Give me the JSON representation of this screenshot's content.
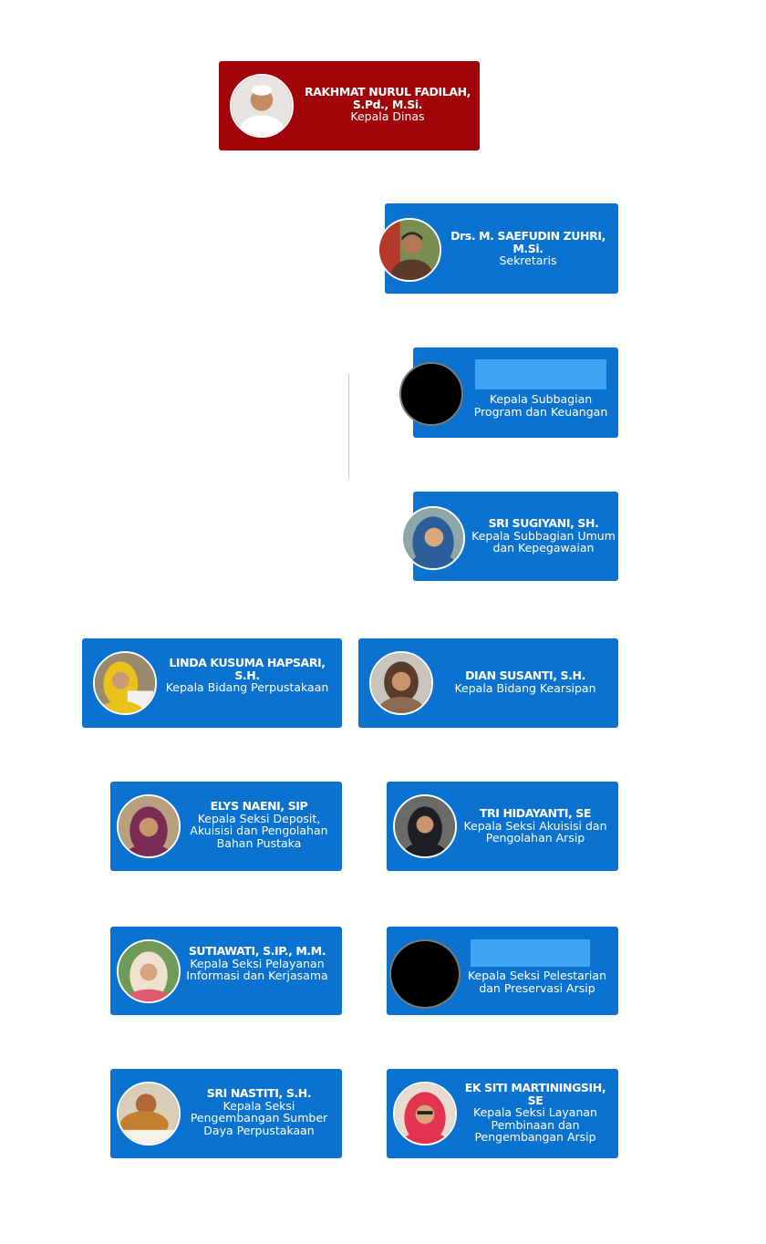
{
  "head": {
    "name": "RAKHMAT NURUL FADILAH, S.Pd., M.Si.",
    "position": "Kepala Dinas"
  },
  "sekretaris": {
    "name": "Drs. M. SAEFUDIN ZUHRI, M.Si.",
    "position": "Sekretaris"
  },
  "subbagian_program": {
    "name": "",
    "position": "Kepala Subbagian Program dan Keuangan"
  },
  "subbagian_umum": {
    "name": "SRI SUGIYANI, SH.",
    "position": "Kepala Subbagian Umum dan Kepegawaian"
  },
  "bidang_perpustakaan": {
    "name": "LINDA KUSUMA HAPSARI, S.H.",
    "position": "Kepala Bidang Perpustakaan"
  },
  "bidang_kearsipan": {
    "name": "DIAN SUSANTI, S.H.",
    "position": "Kepala Bidang Kearsipan"
  },
  "seksi_deposit": {
    "name": "ELYS NAENI, SIP",
    "position": "Kepala Seksi Deposit, Akuisisi dan Pengolahan Bahan Pustaka"
  },
  "seksi_akuisisi_arsip": {
    "name": "TRI HIDAYANTI, SE",
    "position": "Kepala Seksi Akuisisi dan Pengolahan Arsip"
  },
  "seksi_pelayanan_informasi": {
    "name": "SUTIAWATI, S.IP., M.M.",
    "position": "Kepala Seksi Pelayanan Informasi dan Kerjasama"
  },
  "seksi_pelestarian": {
    "name": "",
    "position": "Kepala Seksi Pelestarian dan Preservasi Arsip"
  },
  "seksi_pengembangan_sdp": {
    "name": "SRI NASTITI, S.H.",
    "position": "Kepala Seksi Pengembangan Sumber Daya Perpustakaan"
  },
  "seksi_layanan_arsip": {
    "name": "EK SITI MARTININGSIH, SE",
    "position": "Kepala Seksi Layanan Pembinaan dan Pengembangan Arsip"
  }
}
